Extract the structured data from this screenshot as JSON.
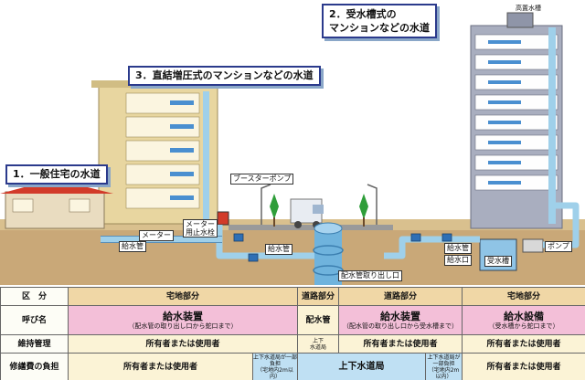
{
  "callouts": {
    "house": "1．一般住宅の水道",
    "tank_mansion_line1": "2．受水槽式の",
    "tank_mansion_line2": "マンションなどの水道",
    "direct_mansion": "3．直結増圧式のマンションなどの水道"
  },
  "labels": {
    "elevated_tank": "高置水槽",
    "booster_pump": "ブースターポンプ",
    "meter": "メーター",
    "meter_stop_line1": "メーター",
    "meter_stop_line2": "用止水栓",
    "supply_pipe_1": "給水管",
    "supply_pipe_2": "給水管",
    "supply_pipe_3": "給水管",
    "distribution_outlet": "配水管取り出し口",
    "inlet": "給水口",
    "receiving_tank": "受水槽",
    "pump": "ポンプ"
  },
  "table": {
    "row_division": {
      "header": "区　分",
      "left": "宅地部分",
      "road1": "道路部分",
      "road2": "道路部分",
      "right": "宅地部分"
    },
    "row_name": {
      "header": "呼び名",
      "left_title": "給水装置",
      "left_sub": "（配水管の取り出し口から蛇口まで）",
      "center": "配水管",
      "right1_title": "給水装置",
      "right1_sub": "（配水管の取り出し口から受水槽まで）",
      "right2_title": "給水設備",
      "right2_sub": "（受水槽から蛇口まで）"
    },
    "row_maintenance": {
      "header": "維持管理",
      "left": "所有者または使用者",
      "center_line1": "上下",
      "center_line2": "水道局",
      "right1": "所有者または使用者",
      "right2": "所有者または使用者"
    },
    "row_cost": {
      "header": "修繕費の負担",
      "left1": "所有者または使用者",
      "left2_line1": "上下水道局が一部負担",
      "left2_line2": "（宅地内2m以内）",
      "center": "上下水道局",
      "right1_line1": "上下水道局が一部負担",
      "right1_line2": "（宅地内2m以内）",
      "right2": "所有者または使用者"
    }
  },
  "colors": {
    "ground": "#c9a878",
    "building": "#e8d6a0",
    "tower": "#a9aebf",
    "water_pipe": "#9fd0ea",
    "main_pipe": "#6fb3dd",
    "callout_border": "#2b3a8c"
  }
}
